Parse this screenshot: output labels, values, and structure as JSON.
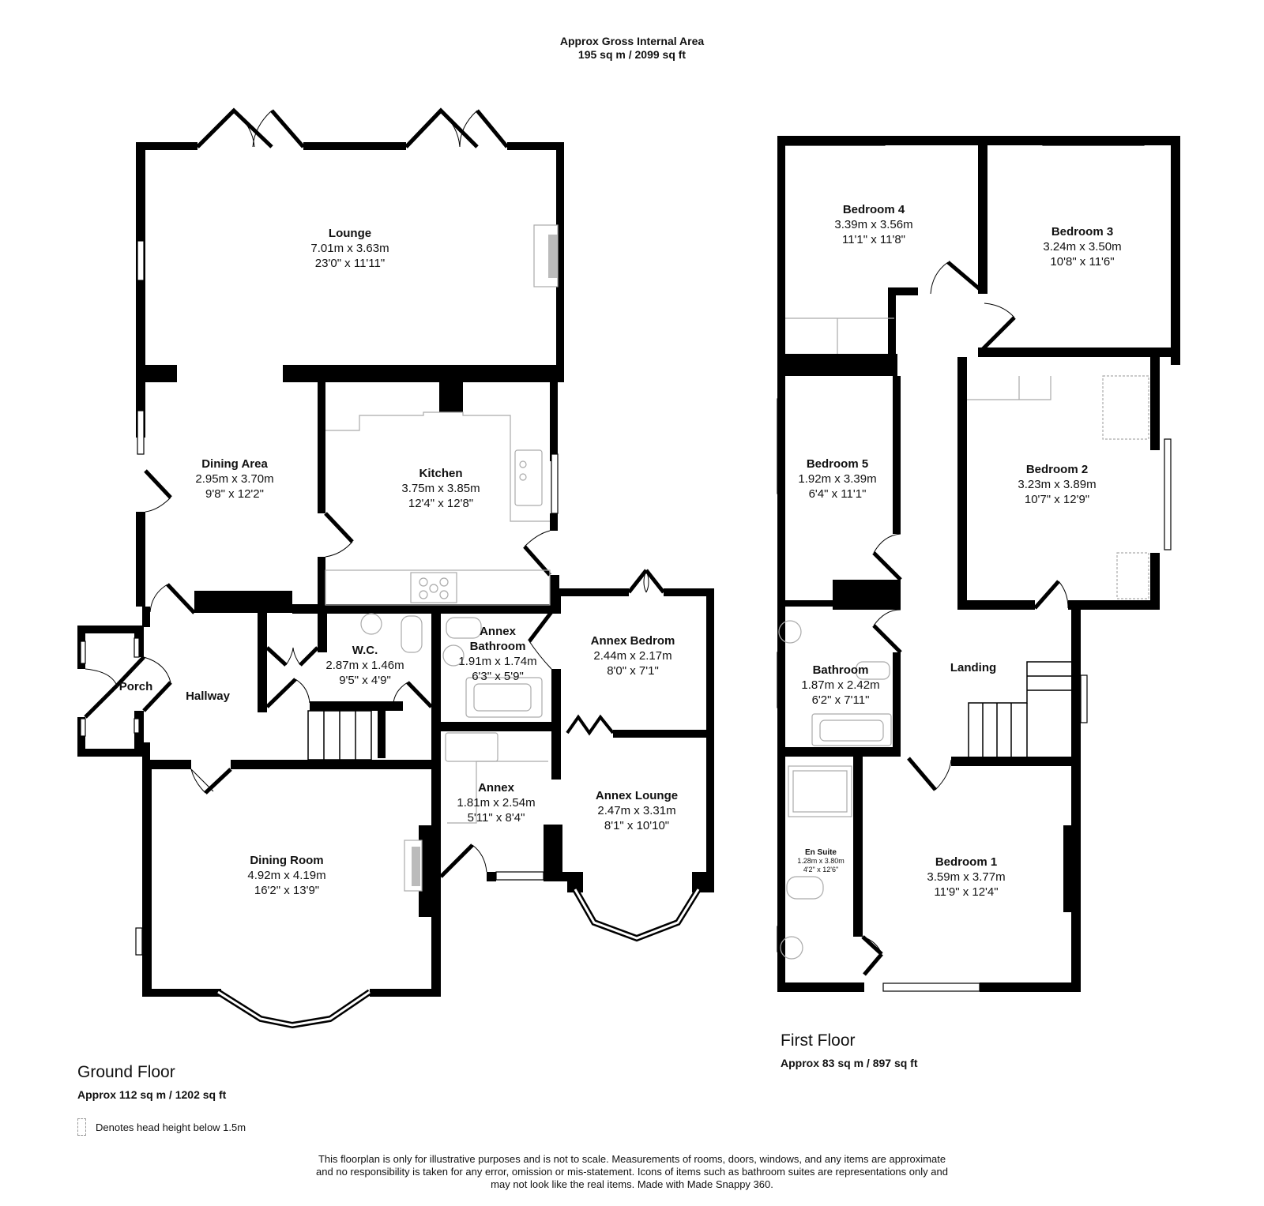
{
  "header": {
    "title": "Approx Gross Internal Area",
    "total_area": "195 sq m / 2099 sq ft"
  },
  "ground_floor": {
    "name": "Ground Floor",
    "area": "Approx 112 sq m / 1202 sq ft",
    "rooms": [
      {
        "name": "Lounge",
        "metric": "7.01m x 3.63m",
        "imperial": "23'0\" x 11'11\""
      },
      {
        "name": "Dining Area",
        "metric": "2.95m x 3.70m",
        "imperial": "9'8\" x 12'2\""
      },
      {
        "name": "Kitchen",
        "metric": "3.75m x 3.85m",
        "imperial": "12'4\" x 12'8\""
      },
      {
        "name": "W.C.",
        "metric": "2.87m x 1.46m",
        "imperial": "9'5\" x 4'9\""
      },
      {
        "name": "Annex Bathroom",
        "metric": "1.91m x 1.74m",
        "imperial": "6'3\" x 5'9\""
      },
      {
        "name": "Annex Bedrom",
        "metric": "2.44m x 2.17m",
        "imperial": "8'0\" x 7'1\""
      },
      {
        "name": "Porch",
        "metric": "",
        "imperial": ""
      },
      {
        "name": "Hallway",
        "metric": "",
        "imperial": ""
      },
      {
        "name": "Annex",
        "metric": "1.81m x 2.54m",
        "imperial": "5'11\" x 8'4\""
      },
      {
        "name": "Annex Lounge",
        "metric": "2.47m x 3.31m",
        "imperial": "8'1\" x 10'10\""
      },
      {
        "name": "Dining Room",
        "metric": "4.92m x 4.19m",
        "imperial": "16'2\" x 13'9\""
      }
    ]
  },
  "first_floor": {
    "name": "First Floor",
    "area": "Approx 83 sq m / 897 sq ft",
    "rooms": [
      {
        "name": "Bedroom 4",
        "metric": "3.39m x 3.56m",
        "imperial": "11'1\" x 11'8\""
      },
      {
        "name": "Bedroom 3",
        "metric": "3.24m x 3.50m",
        "imperial": "10'8\" x 11'6\""
      },
      {
        "name": "Bedroom 5",
        "metric": "1.92m x 3.39m",
        "imperial": "6'4\" x 11'1\""
      },
      {
        "name": "Bedroom 2",
        "metric": "3.23m x 3.89m",
        "imperial": "10'7\" x 12'9\""
      },
      {
        "name": "Bathroom",
        "metric": "1.87m x 2.42m",
        "imperial": "6'2\" x 7'11\""
      },
      {
        "name": "Landing",
        "metric": "",
        "imperial": ""
      },
      {
        "name": "En Suite",
        "metric": "1.28m x 3.80m",
        "imperial": "4'2\" x 12'6\""
      },
      {
        "name": "Bedroom 1",
        "metric": "3.59m x 3.77m",
        "imperial": "11'9\" x 12'4\""
      }
    ]
  },
  "legend": {
    "text": "Denotes head height below 1.5m"
  },
  "disclaimer": {
    "line1": "This floorplan is only for illustrative purposes and is not to scale. Measurements of rooms, doors, windows, and any items are approximate",
    "line2": "and no responsibility is taken for any error, omission or mis-statement. Icons of items such as bathroom suites are representations only and",
    "line3": "may not look like the real items. Made with Made Snappy 360."
  },
  "colors": {
    "wall": "#000000",
    "fixture": "#aaaaaa",
    "background": "#ffffff",
    "fireplace": "#bbbbbb"
  }
}
